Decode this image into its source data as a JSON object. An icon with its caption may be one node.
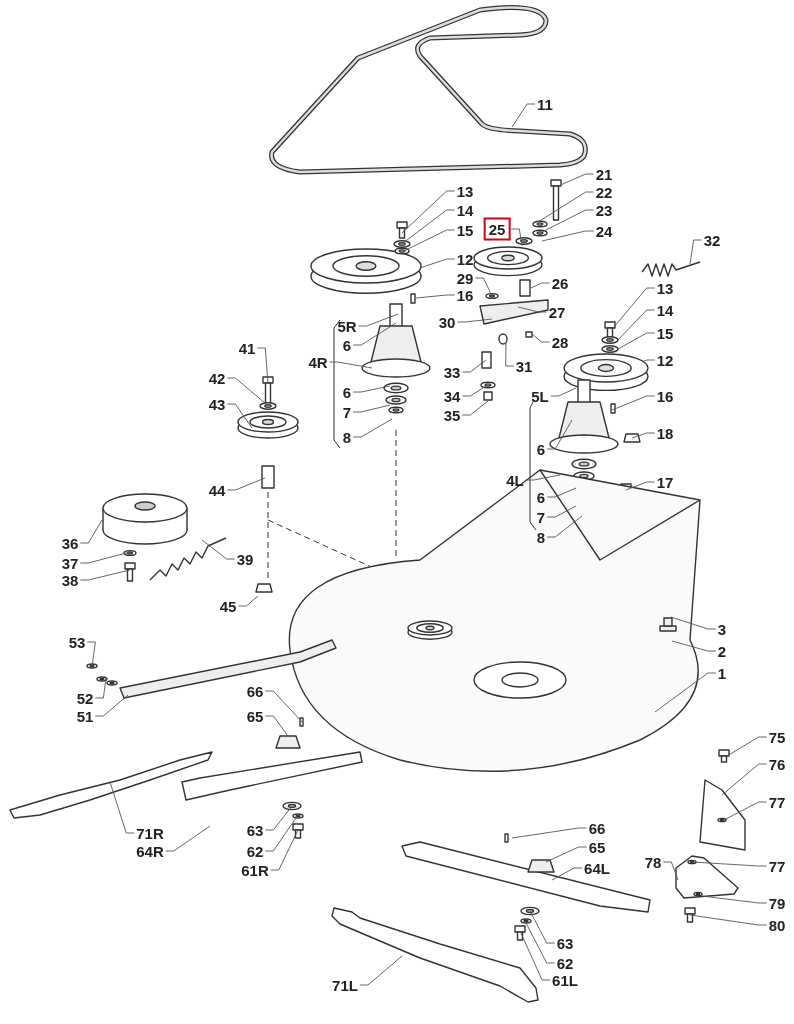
{
  "diagram": {
    "nodes": [
      {
        "text": [
          "11"
        ]
      },
      {
        "text": [
          "21"
        ]
      },
      {
        "text": [
          "22"
        ]
      },
      {
        "text": [
          "23"
        ]
      },
      {
        "text": [
          "13"
        ]
      },
      {
        "text": [
          "14"
        ]
      },
      {
        "text": [
          "25"
        ]
      },
      {
        "text": [
          "24"
        ]
      },
      {
        "text": [
          "15"
        ]
      },
      {
        "text": [
          "32"
        ]
      },
      {
        "text": [
          "12"
        ]
      },
      {
        "text": [
          "29"
        ]
      },
      {
        "text": [
          "26"
        ]
      },
      {
        "text": [
          "16"
        ]
      },
      {
        "text": [
          "30"
        ]
      },
      {
        "text": [
          "27"
        ]
      },
      {
        "text": [
          "13"
        ]
      },
      {
        "text": [
          "14"
        ]
      },
      {
        "text": [
          "5R"
        ]
      },
      {
        "text": [
          "28"
        ]
      },
      {
        "text": [
          "15"
        ]
      },
      {
        "text": [
          "6"
        ]
      },
      {
        "text": [
          "31"
        ]
      },
      {
        "text": [
          "41"
        ]
      },
      {
        "text": [
          "4R"
        ]
      },
      {
        "text": [
          "33"
        ]
      },
      {
        "text": [
          "12"
        ]
      },
      {
        "text": [
          "42"
        ]
      },
      {
        "text": [
          "34"
        ]
      },
      {
        "text": [
          "5L"
        ]
      },
      {
        "text": [
          "16"
        ]
      },
      {
        "text": [
          "6"
        ]
      },
      {
        "text": [
          "43"
        ]
      },
      {
        "text": [
          "35"
        ]
      },
      {
        "text": [
          "7"
        ]
      },
      {
        "text": [
          "6"
        ]
      },
      {
        "text": [
          "18"
        ]
      },
      {
        "text": [
          "8"
        ]
      },
      {
        "text": [
          "4L"
        ]
      },
      {
        "text": [
          "17"
        ]
      },
      {
        "text": [
          "44"
        ]
      },
      {
        "text": [
          "6"
        ]
      },
      {
        "text": [
          "36"
        ]
      },
      {
        "text": [
          "7"
        ]
      },
      {
        "text": [
          "39"
        ]
      },
      {
        "text": [
          "8"
        ]
      },
      {
        "text": [
          "37"
        ]
      },
      {
        "text": [
          "38"
        ]
      },
      {
        "text": [
          "45"
        ]
      },
      {
        "text": [
          "3"
        ]
      },
      {
        "text": [
          "53"
        ]
      },
      {
        "text": [
          "2"
        ]
      },
      {
        "text": [
          "1"
        ]
      },
      {
        "text": [
          "52"
        ]
      },
      {
        "text": [
          "66"
        ]
      },
      {
        "text": [
          "51"
        ]
      },
      {
        "text": [
          "65"
        ]
      },
      {
        "text": [
          "75"
        ]
      },
      {
        "text": [
          "76"
        ]
      },
      {
        "text": [
          "71R"
        ]
      },
      {
        "text": [
          "63"
        ]
      },
      {
        "text": [
          "77"
        ]
      },
      {
        "text": [
          "64R"
        ]
      },
      {
        "text": [
          "66"
        ]
      },
      {
        "text": [
          "62"
        ]
      },
      {
        "text": [
          "65"
        ]
      },
      {
        "text": [
          "78"
        ]
      },
      {
        "text": [
          "64L"
        ]
      },
      {
        "text": [
          "77"
        ]
      },
      {
        "text": [
          "61R"
        ]
      },
      {
        "text": [
          "79"
        ]
      },
      {
        "text": [
          "80"
        ]
      },
      {
        "text": [
          "63"
        ]
      },
      {
        "text": [
          "62"
        ]
      },
      {
        "text": [
          "61L"
        ]
      },
      {
        "text": [
          "71L"
        ]
      }
    ],
    "edges": [
      {
        "from": 0,
        "to": null,
        "arrow": "none"
      },
      {
        "from": 1,
        "to": null,
        "arrow": "none"
      },
      {
        "from": 2,
        "to": null,
        "arrow": "none"
      },
      {
        "from": 3,
        "to": null,
        "arrow": "none"
      },
      {
        "from": 4,
        "to": null,
        "arrow": "none"
      },
      {
        "from": 5,
        "to": null,
        "arrow": "none"
      },
      {
        "from": 6,
        "to": null,
        "arrow": "none"
      },
      {
        "from": 7,
        "to": null,
        "arrow": "none"
      },
      {
        "from": 8,
        "to": null,
        "arrow": "none"
      },
      {
        "from": 9,
        "to": null,
        "arrow": "none"
      },
      {
        "from": 10,
        "to": null,
        "arrow": "none"
      },
      {
        "from": 11,
        "to": null,
        "arrow": "none"
      },
      {
        "from": 12,
        "to": null,
        "arrow": "none"
      },
      {
        "from": 13,
        "to": null,
        "arrow": "none"
      },
      {
        "from": 14,
        "to": null,
        "arrow": "none"
      },
      {
        "from": 15,
        "to": null,
        "arrow": "none"
      },
      {
        "from": 16,
        "to": null,
        "arrow": "none"
      },
      {
        "from": 17,
        "to": null,
        "arrow": "none"
      },
      {
        "from": 18,
        "to": null,
        "arrow": "none"
      },
      {
        "from": 19,
        "to": null,
        "arrow": "none"
      },
      {
        "from": 20,
        "to": null,
        "arrow": "none"
      },
      {
        "from": 21,
        "to": null,
        "arrow": "none"
      },
      {
        "from": 22,
        "to": null,
        "arrow": "none"
      },
      {
        "from": 23,
        "to": null,
        "arrow": "none"
      },
      {
        "from": 24,
        "to": null,
        "arrow": "none"
      },
      {
        "from": 25,
        "to": null,
        "arrow": "none"
      },
      {
        "from": 26,
        "to": null,
        "arrow": "none"
      },
      {
        "from": 27,
        "to": null,
        "arrow": "none"
      },
      {
        "from": 28,
        "to": null,
        "arrow": "none"
      },
      {
        "from": 29,
        "to": null,
        "arrow": "none"
      },
      {
        "from": 30,
        "to": null,
        "arrow": "none"
      },
      {
        "from": 31,
        "to": null,
        "arrow": "none"
      },
      {
        "from": 32,
        "to": null,
        "arrow": "none"
      },
      {
        "from": 33,
        "to": null,
        "arrow": "none"
      },
      {
        "from": 34,
        "to": null,
        "arrow": "none"
      },
      {
        "from": 35,
        "to": null,
        "arrow": "none"
      },
      {
        "from": 36,
        "to": null,
        "arrow": "none"
      },
      {
        "from": 37,
        "to": null,
        "arrow": "none"
      },
      {
        "from": 38,
        "to": null,
        "arrow": "none"
      },
      {
        "from": 39,
        "to": null,
        "arrow": "none"
      },
      {
        "from": 40,
        "to": null,
        "arrow": "none"
      },
      {
        "from": 41,
        "to": null,
        "arrow": "none"
      },
      {
        "from": 42,
        "to": null,
        "arrow": "none"
      },
      {
        "from": 43,
        "to": null,
        "arrow": "none"
      },
      {
        "from": 44,
        "to": null,
        "arrow": "none"
      },
      {
        "from": 45,
        "to": null,
        "arrow": "none"
      },
      {
        "from": 46,
        "to": null,
        "arrow": "none"
      },
      {
        "from": 47,
        "to": null,
        "arrow": "none"
      },
      {
        "from": 48,
        "to": null,
        "arrow": "none"
      },
      {
        "from": 49,
        "to": null,
        "arrow": "none"
      },
      {
        "from": 50,
        "to": null,
        "arrow": "none"
      },
      {
        "from": 51,
        "to": null,
        "arrow": "none"
      },
      {
        "from": 52,
        "to": null,
        "arrow": "none"
      },
      {
        "from": 53,
        "to": null,
        "arrow": "none"
      },
      {
        "from": 54,
        "to": null,
        "arrow": "none"
      },
      {
        "from": 55,
        "to": null,
        "arrow": "none"
      },
      {
        "from": 56,
        "to": null,
        "arrow": "none"
      },
      {
        "from": 57,
        "to": null,
        "arrow": "none"
      },
      {
        "from": 58,
        "to": null,
        "arrow": "none"
      },
      {
        "from": 59,
        "to": null,
        "arrow": "none"
      },
      {
        "from": 60,
        "to": null,
        "arrow": "none"
      },
      {
        "from": 61,
        "to": null,
        "arrow": "none"
      },
      {
        "from": 62,
        "to": null,
        "arrow": "none"
      },
      {
        "from": 63,
        "to": null,
        "arrow": "none"
      },
      {
        "from": 64,
        "to": null,
        "arrow": "none"
      },
      {
        "from": 65,
        "to": null,
        "arrow": "none"
      },
      {
        "from": 66,
        "to": null,
        "arrow": "none"
      },
      {
        "from": 67,
        "to": null,
        "arrow": "none"
      },
      {
        "from": 68,
        "to": null,
        "arrow": "none"
      },
      {
        "from": 69,
        "to": null,
        "arrow": "none"
      },
      {
        "from": 70,
        "to": null,
        "arrow": "none"
      },
      {
        "from": 71,
        "to": null,
        "arrow": "none"
      },
      {
        "from": 72,
        "to": null,
        "arrow": "none"
      },
      {
        "from": 73,
        "to": null,
        "arrow": "none"
      },
      {
        "from": 74,
        "to": null,
        "arrow": "none"
      },
      {
        "from": 75,
        "to": null,
        "arrow": "none"
      }
    ]
  }
}
